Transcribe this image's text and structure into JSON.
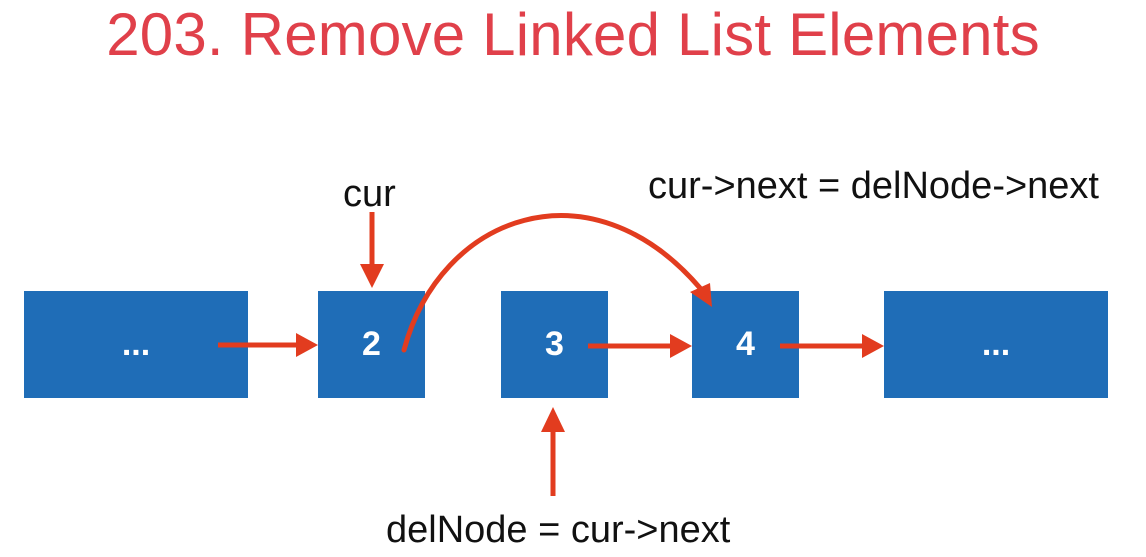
{
  "title": "203. Remove Linked List Elements",
  "colors": {
    "title": "#e0404a",
    "node_fill": "#1f6db7",
    "arrow": "#e23c1f",
    "label": "#111111"
  },
  "nodes": [
    {
      "id": "node-prev",
      "text": "..."
    },
    {
      "id": "node-2",
      "text": "2"
    },
    {
      "id": "node-3",
      "text": "3"
    },
    {
      "id": "node-4",
      "text": "4"
    },
    {
      "id": "node-next",
      "text": "..."
    }
  ],
  "labels": {
    "cur": "cur",
    "relink": "cur->next = delNode->next",
    "delnode": "delNode = cur->next"
  }
}
